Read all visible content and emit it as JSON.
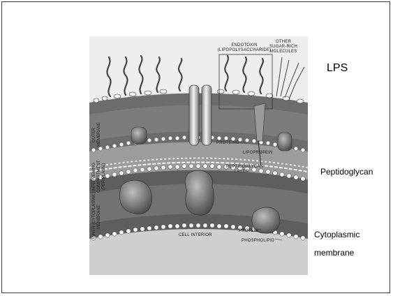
{
  "labels": {
    "lps": "LPS",
    "peptidoglycan": "Peptidoglycan",
    "cytoplasmic_line1": "Cytoplasmic",
    "cytoplasmic_line2": "membrane"
  },
  "figure": {
    "endotoxin_line1": "ENDOTOXIN",
    "endotoxin_line2": "(LIPOPOLYSACCHARIDE)",
    "other_line1": "OTHER",
    "other_line2": "SUGAR-RICH",
    "other_line3": "MOLECULES",
    "proteins": "PROTEINS",
    "lipoprotein": "LIPOPROTEIN",
    "peptidoglycan_line1": "PEPTIDOGLYCAN",
    "peptidoglycan_line2": "LAYER",
    "protein": "PROTEIN",
    "cell_interior": "CELL INTERIOR",
    "phospholipid": "PHOSPHOLIPID",
    "outer_line1": "OUTER",
    "outer_line2": "MEMBRANE",
    "intervening_line1": "INTERVENING",
    "intervening_line2": "COMPARTMENT",
    "intervening_line3": "(PERIPLASM)",
    "inner_line1": "INNER (CYTOPLASMIC)",
    "inner_line2": "MEMBRANE"
  },
  "colors": {
    "outer_band": "#6e6e6e",
    "periplasm_band": "#9a9a9a",
    "inner_band": "#5c5c5c",
    "interior": "#c8c8c8",
    "protein": "#7a7a7a"
  }
}
